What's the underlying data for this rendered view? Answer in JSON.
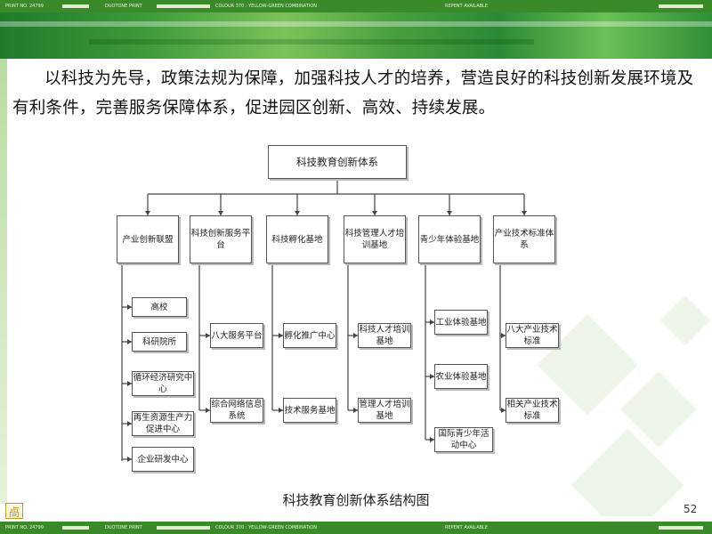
{
  "print_bar": {
    "print_no": "PRINT NO. 24799",
    "duotone": "DUOTONE PRINT",
    "colour": "COLOUR 370 : YELLOW-GREEN COMBINATION",
    "repent": "REPENT AVAILABLE"
  },
  "heading": "以科技为先导，政策法规为保障，加强科技人才的培养，营造良好的科技创新发展环境及有利条件，完善服务保障体系，促进园区创新、高效、持续发展。",
  "diagram": {
    "root": "科技教育创新体系",
    "categories": [
      {
        "label": "产业创新联盟",
        "children": [
          "高校",
          "科研院所",
          "循环经济研究中心",
          "再生资源生产力促进中心",
          "企业研发中心"
        ]
      },
      {
        "label": "科技创新服务平台",
        "children": [
          "八大服务平台",
          "综合网络信息系统"
        ]
      },
      {
        "label": "科技孵化基地",
        "children": [
          "孵化推广中心",
          "技术服务基地"
        ]
      },
      {
        "label": "科技管理人才培训基地",
        "children": [
          "科技人才培训基地",
          "管理人才培训基地"
        ]
      },
      {
        "label": "青少年体验基地",
        "children": [
          "工业体验基地",
          "农业体验基地",
          "国际青少年活动中心"
        ]
      },
      {
        "label": "产业技术标准体系",
        "children": [
          "八大产业技术标准",
          "相关产业技术标准"
        ]
      }
    ]
  },
  "caption": "科技教育创新体系结构图",
  "page_number": "52",
  "logo_glyph": "卨",
  "colors": {
    "band": "#3a8a2a",
    "accent": "#6bbf55"
  }
}
